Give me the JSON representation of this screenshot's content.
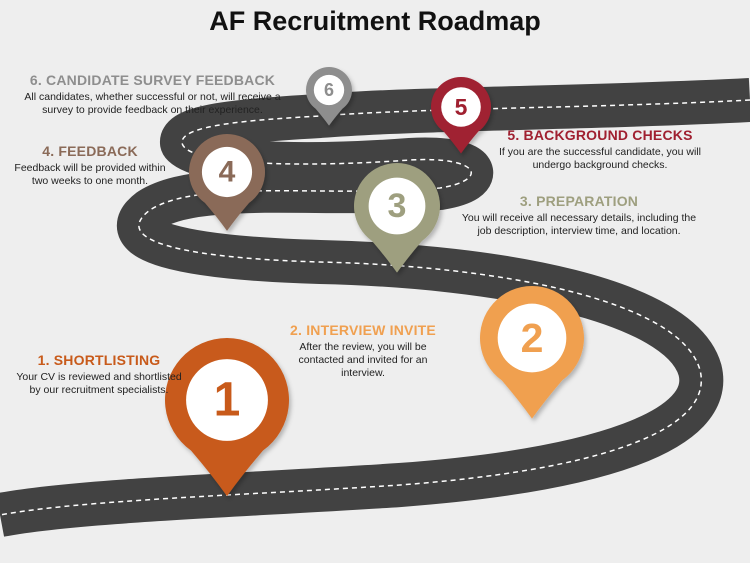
{
  "title": "AF Recruitment Roadmap",
  "colors": {
    "background": "#eeeeee",
    "road": "#424242",
    "road_line": "#ffffff",
    "step1": "#c85a1a",
    "step2": "#f0a050",
    "step3": "#9e9f7f",
    "step4": "#8a6a58",
    "step5": "#a02030",
    "step6": "#8e8e8e"
  },
  "steps": [
    {
      "number": "1",
      "heading": "1. SHORTLISTING",
      "description": "Your CV is reviewed and shortlisted by our recruitment specialists.",
      "color": "#c85a1a"
    },
    {
      "number": "2",
      "heading": "2. INTERVIEW INVITE",
      "description": "After the review, you will be contacted and invited for an interview.",
      "color": "#f0a050"
    },
    {
      "number": "3",
      "heading": "3. PREPARATION",
      "description": "You will receive all necessary details, including the job description, interview time, and location.",
      "color": "#9e9f7f"
    },
    {
      "number": "4",
      "heading": "4. FEEDBACK",
      "description": "Feedback will be provided within two weeks to one month.",
      "color": "#8a6a58"
    },
    {
      "number": "5",
      "heading": "5. BACKGROUND CHECKS",
      "description": "If you are the successful candidate, you will undergo background checks.",
      "color": "#a02030"
    },
    {
      "number": "6",
      "heading": "6. CANDIDATE SURVEY FEEDBACK",
      "description": "All candidates, whether successful or not, will receive a survey to provide feedback on their experience.",
      "color": "#8e8e8e"
    }
  ]
}
